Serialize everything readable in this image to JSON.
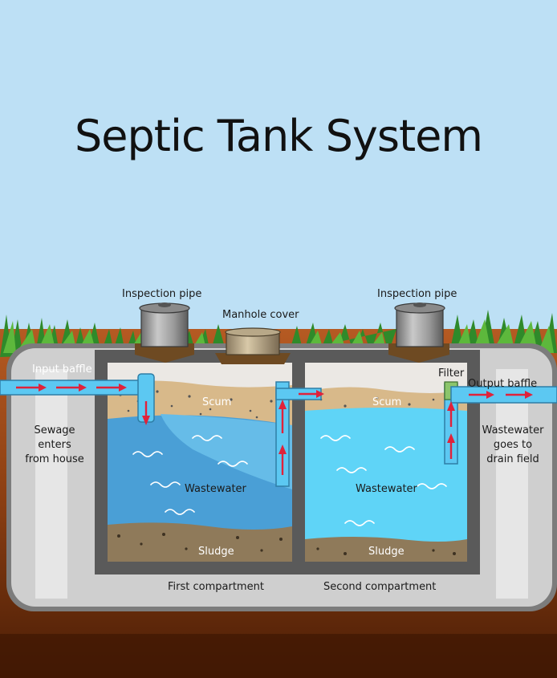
{
  "title": "Septic Tank System",
  "labels": {
    "inspection_pipe_left": "Inspection pipe",
    "inspection_pipe_right": "Inspection pipe",
    "manhole_cover": "Manhole cover",
    "input_baffle": "Input baffle",
    "filter": "Filter",
    "output_baffle": "Output baffle",
    "sewage_line1": "Sewage",
    "sewage_line2": "enters",
    "sewage_line3": "from house",
    "wastewater_out_line1": "Wastewater",
    "wastewater_out_line2": "goes to",
    "wastewater_out_line3": "drain field",
    "scum_left": "Scum",
    "scum_right": "Scum",
    "wastewater_left": "Wastewater",
    "wastewater_right": "Wastewater",
    "sludge_left": "Sludge",
    "sludge_right": "Sludge",
    "first_compartment": "First compartment",
    "second_compartment": "Second compartment"
  },
  "colors": {
    "sky": "#bde0f5",
    "soil": "#8a3e12",
    "tank_outer": "#7c7c7c",
    "tank_fill": "#cfcfcf",
    "scum": "#d8b98a",
    "water_left": "#4a9fd6",
    "water_right": "#5fd4f7",
    "sludge": "#8f7a5a",
    "flow_arrow": "#e0223a",
    "pipe": "#5cc8f2",
    "grass": "#2f8a2a"
  }
}
